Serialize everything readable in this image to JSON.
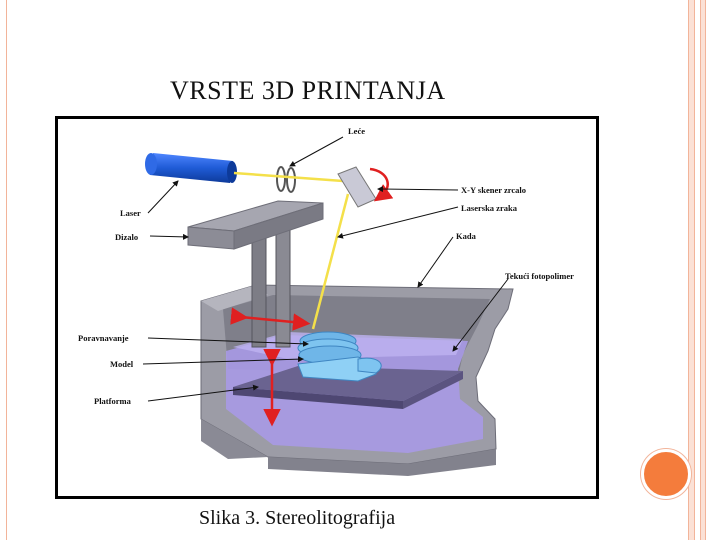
{
  "slide": {
    "title": "VRSTE 3D PRINTANJA",
    "caption": "Slika 3. Stereolitografija"
  },
  "diagram": {
    "labels": {
      "lece": "Leće",
      "xy_mirror": "X-Y skener zrcalo",
      "laser": "Laser",
      "laser_beam": "Laserska zraka",
      "elevator": "Dizalo",
      "vat": "Kada",
      "photopolymer": "Tekući fotopolimer",
      "leveling": "Poravnavanje",
      "model": "Model",
      "platform": "Platforma"
    }
  },
  "colors": {
    "accent_orange": "#f47c3c",
    "border_pink": "#f2b49a",
    "resin_purple": "#a99ae6",
    "laser_blue": "#1f5bd6",
    "arrow_red": "#e02020"
  }
}
